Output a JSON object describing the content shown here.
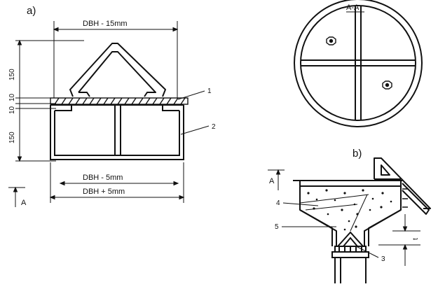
{
  "labels": {
    "panel_a": "a)",
    "panel_b": "b)",
    "section": "A-A",
    "dim_top": "DBH - 15mm",
    "dim_mid": "DBH - 5mm",
    "dim_bot": "DBH + 5mm",
    "dim_150_top": "150",
    "dim_10_a": "10",
    "dim_10_b": "10",
    "dim_150_bot": "150",
    "arrow_a_left": "A",
    "arrow_a_right": "A",
    "callout_1": "1",
    "callout_2": "2",
    "callout_3": "3",
    "callout_4": "4",
    "callout_5": "5",
    "callout_t": "t"
  },
  "colors": {
    "ink": "#111111",
    "paper": "#ffffff"
  }
}
